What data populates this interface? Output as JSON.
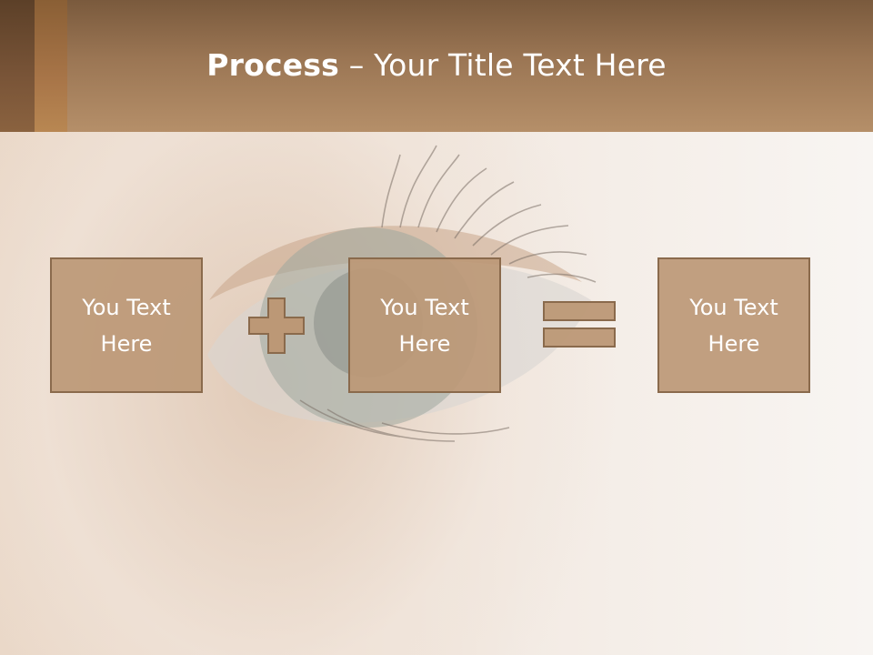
{
  "slide": {
    "title_bold": "Process",
    "title_rest": " – Your Title Text Here",
    "boxes": [
      {
        "label": "You Text Here"
      },
      {
        "label": "You Text Here"
      },
      {
        "label": "You Text Here"
      }
    ],
    "operators": [
      "plus-icon",
      "equals-icon"
    ],
    "colors": {
      "header": "#9b7654",
      "box_fill": "#bc9876",
      "box_border": "#8a6a4c",
      "text": "#ffffff"
    }
  }
}
